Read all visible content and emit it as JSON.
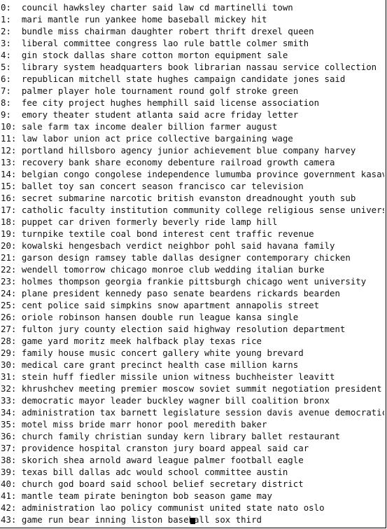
{
  "terminal": {
    "lines": [
      {
        "num": "0:",
        "text": "council hawksley charter said law cd martinelli town"
      },
      {
        "num": "1:",
        "text": "mari mantle run yankee home baseball mickey hit"
      },
      {
        "num": "2:",
        "text": "bundle miss chairman daughter robert thrift drexel queen"
      },
      {
        "num": "3:",
        "text": "liberal committee congress lao rule battle colmer smith"
      },
      {
        "num": "4:",
        "text": "gin stock dallas share cotton morton equipment sale"
      },
      {
        "num": "5:",
        "text": "library system headquarters book librarian nassau service collection"
      },
      {
        "num": "6:",
        "text": "republican mitchell state hughes campaign candidate jones said"
      },
      {
        "num": "7:",
        "text": "palmer player hole tournament round golf stroke green"
      },
      {
        "num": "8:",
        "text": "fee city project hughes hemphill said license association"
      },
      {
        "num": "9:",
        "text": "emory theater student atlanta said acre friday letter"
      },
      {
        "num": "10:",
        "text": "sale farm tax income dealer billion farmer august"
      },
      {
        "num": "11:",
        "text": "law labor union act price collective bargaining wage"
      },
      {
        "num": "12:",
        "text": "portland hillsboro agency junior achievement blue company harvey"
      },
      {
        "num": "13:",
        "text": "recovery bank share economy debenture railroad growth camera"
      },
      {
        "num": "14:",
        "text": "belgian congo congolese independence lumumba province government kasavubu"
      },
      {
        "num": "15:",
        "text": "ballet toy san concert season francisco car television"
      },
      {
        "num": "16:",
        "text": "secret submarine narcotic british evanston dreadnought youth sub"
      },
      {
        "num": "17:",
        "text": "catholic faculty institution community college religious sense university"
      },
      {
        "num": "18:",
        "text": "puppet car driven formerly beverly ride lamp hill"
      },
      {
        "num": "19:",
        "text": "turnpike textile coal bond interest cent traffic revenue"
      },
      {
        "num": "20:",
        "text": "kowalski hengesbach verdict neighbor pohl said havana family"
      },
      {
        "num": "21:",
        "text": "garson design ramsey table dallas designer contemporary chicken"
      },
      {
        "num": "22:",
        "text": "wendell tomorrow chicago monroe club wedding italian burke"
      },
      {
        "num": "23:",
        "text": "holmes thompson georgia frankie pittsburgh chicago went university"
      },
      {
        "num": "24:",
        "text": "plane president kennedy paso senate beardens rickards bearden"
      },
      {
        "num": "25:",
        "text": "cent police said simpkins snow apartment annapolis street"
      },
      {
        "num": "26:",
        "text": "oriole robinson hansen double run league kansa single"
      },
      {
        "num": "27:",
        "text": "fulton jury county election said highway resolution department"
      },
      {
        "num": "28:",
        "text": "game yard moritz meek halfback play texas rice"
      },
      {
        "num": "29:",
        "text": "family house music concert gallery white young brevard"
      },
      {
        "num": "30:",
        "text": "medical care grant precinct health case million karns"
      },
      {
        "num": "31:",
        "text": "stein huff fiedler missile union witness buchheister leavitt"
      },
      {
        "num": "32:",
        "text": "khrushchev meeting premier moscow soviet summit negotiation president"
      },
      {
        "num": "33:",
        "text": "democratic mayor leader buckley wagner bill coalition bronx"
      },
      {
        "num": "34:",
        "text": "administration tax barnett legislature session davis avenue democratic"
      },
      {
        "num": "35:",
        "text": "motel miss bride marr honor pool meredith baker"
      },
      {
        "num": "36:",
        "text": "church family christian sunday kern library ballet restaurant"
      },
      {
        "num": "37:",
        "text": "providence hospital cranston jury board appeal said car"
      },
      {
        "num": "38:",
        "text": "skorich shea arnold award league palmer football eagle"
      },
      {
        "num": "39:",
        "text": "texas bill dallas adc would school committee austin"
      },
      {
        "num": "40:",
        "text": "church god board said school belief secretary district"
      },
      {
        "num": "41:",
        "text": "mantle team pirate benington bob season game may"
      },
      {
        "num": "42:",
        "text": "administration lao policy communist united state nato oslo"
      },
      {
        "num": "43:",
        "text": "game run bear inning liston baseball sox third"
      }
    ]
  }
}
